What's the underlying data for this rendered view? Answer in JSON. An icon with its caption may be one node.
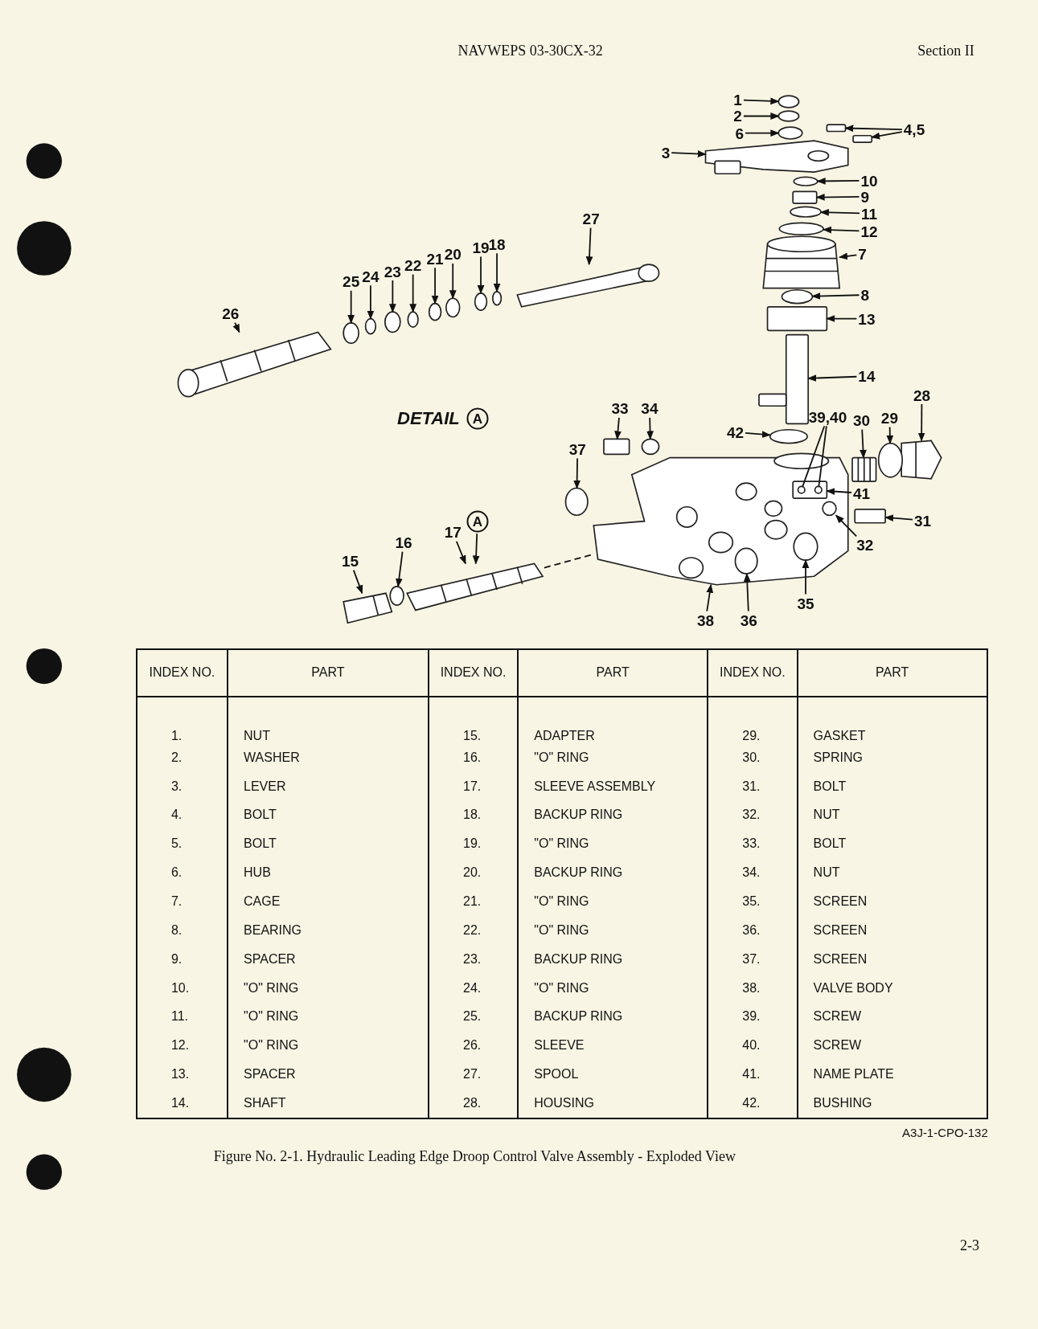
{
  "diagram": {
    "caption": "Figure No. 2-1. Hydraulic Leading Edge Droop Control Valve Assembly - Exploded View",
    "nodes": [
      {
        "text": [
          "1"
        ]
      },
      {
        "text": [
          "2"
        ]
      },
      {
        "text": [
          "6"
        ]
      },
      {
        "text": [
          "3"
        ]
      },
      {
        "text": [
          "4,5"
        ]
      },
      {
        "text": [
          "10"
        ]
      },
      {
        "text": [
          "9"
        ]
      },
      {
        "text": [
          "11"
        ]
      },
      {
        "text": [
          "12"
        ]
      },
      {
        "text": [
          "7"
        ]
      },
      {
        "text": [
          "27"
        ]
      },
      {
        "text": [
          "18"
        ]
      },
      {
        "text": [
          "19"
        ]
      },
      {
        "text": [
          "20"
        ]
      },
      {
        "text": [
          "21"
        ]
      },
      {
        "text": [
          "22"
        ]
      },
      {
        "text": [
          "23"
        ]
      },
      {
        "text": [
          "24"
        ]
      },
      {
        "text": [
          "25"
        ]
      },
      {
        "text": [
          "8"
        ]
      },
      {
        "text": [
          "26"
        ]
      },
      {
        "text": [
          "13"
        ]
      },
      {
        "text": [
          "14"
        ]
      },
      {
        "text": [
          "33"
        ]
      },
      {
        "text": [
          "34"
        ]
      },
      {
        "text": [
          "28"
        ]
      },
      {
        "text": [
          "42"
        ]
      },
      {
        "text": [
          "39,40"
        ]
      },
      {
        "text": [
          "30"
        ]
      },
      {
        "text": [
          "29"
        ]
      },
      {
        "text": [
          "37"
        ]
      },
      {
        "text": [
          "41"
        ]
      },
      {
        "text": [
          "31"
        ]
      },
      {
        "text": [
          "A"
        ]
      },
      {
        "text": [
          "32"
        ]
      },
      {
        "text": [
          "17"
        ]
      },
      {
        "text": [
          "16"
        ]
      },
      {
        "text": [
          "15"
        ]
      },
      {
        "text": [
          "35"
        ]
      },
      {
        "text": [
          "38"
        ]
      },
      {
        "text": [
          "36"
        ]
      },
      {
        "text": [
          "A"
        ],
        "beside": [
          "DETAIL"
        ]
      },
      {
        "text": [],
        "shape": "picture"
      },
      {
        "text": [],
        "shape": "box",
        "in": 42
      },
      {
        "text": [],
        "shape": "circle",
        "in": 43
      },
      {
        "text": [],
        "shape": "circle",
        "in": 43
      },
      {
        "text": [],
        "shape": "circle",
        "in": 42
      },
      {
        "text": [],
        "shape": "circle",
        "in": 42
      },
      {
        "text": [],
        "shape": "circle",
        "in": 42
      },
      {
        "text": [],
        "shape": "circle"
      },
      {
        "text": [],
        "shape": "circle"
      },
      {
        "text": [],
        "shape": "circle"
      },
      {
        "text": [],
        "shape": "picture"
      },
      {
        "text": [],
        "shape": "box"
      },
      {
        "text": [],
        "shape": "box"
      },
      {
        "text": [],
        "shape": "circle"
      },
      {
        "text": [],
        "shape": "box"
      },
      {
        "text": [],
        "shape": "circle"
      },
      {
        "text": [],
        "shape": "circle"
      },
      {
        "text": [],
        "shape": "picture"
      },
      {
        "text": [],
        "shape": "picture"
      },
      {
        "text": [],
        "shape": "circle"
      },
      {
        "text": [],
        "shape": "circle"
      },
      {
        "text": [],
        "shape": "circle"
      },
      {
        "text": [],
        "shape": "circle"
      },
      {
        "text": [],
        "shape": "circle"
      },
      {
        "text": [],
        "shape": "circle"
      },
      {
        "text": [],
        "shape": "circle"
      },
      {
        "text": [],
        "shape": "circle"
      },
      {
        "text": [],
        "shape": "circle"
      },
      {
        "text": [],
        "shape": "picture"
      },
      {
        "text": [],
        "shape": "box"
      },
      {
        "text": [],
        "shape": "picture"
      },
      {
        "text": [],
        "shape": "box"
      },
      {
        "text": [],
        "shape": "circle"
      },
      {
        "text": [],
        "shape": "picture"
      },
      {
        "text": [],
        "shape": "circle"
      },
      {
        "text": [],
        "shape": "picture"
      },
      {
        "text": [],
        "shape": "circle"
      },
      {
        "text": [],
        "shape": "circle"
      },
      {
        "text": [],
        "shape": "box"
      },
      {
        "text": [],
        "shape": "picture"
      },
      {
        "text": [],
        "shape": "circle"
      },
      {
        "text": [],
        "shape": "picture"
      }
    ],
    "edges": [
      {
        "from": 0,
        "to": 49,
        "arrow": "to"
      },
      {
        "from": 1,
        "to": 50,
        "arrow": "to"
      },
      {
        "from": 2,
        "to": 51,
        "arrow": "to"
      },
      {
        "from": 3,
        "to": 52,
        "arrow": "to"
      },
      {
        "from": 4,
        "to": 53,
        "arrow": "to"
      },
      {
        "from": 4,
        "to": 54,
        "arrow": "to"
      },
      {
        "from": 5,
        "to": 55,
        "arrow": "to"
      },
      {
        "from": 6,
        "to": 56,
        "arrow": "to"
      },
      {
        "from": 7,
        "to": 57,
        "arrow": "to"
      },
      {
        "from": 8,
        "to": 58,
        "arrow": "to"
      },
      {
        "from": 9,
        "to": 59,
        "arrow": "to"
      },
      {
        "from": 10,
        "to": 60,
        "arrow": "to"
      },
      {
        "from": 11,
        "to": 61,
        "arrow": "to"
      },
      {
        "from": 12,
        "to": 62,
        "arrow": "to"
      },
      {
        "from": 13,
        "to": 63,
        "arrow": "to"
      },
      {
        "from": 14,
        "to": 64,
        "arrow": "to"
      },
      {
        "from": 15,
        "to": 65,
        "arrow": "to"
      },
      {
        "from": 16,
        "to": 66,
        "arrow": "to"
      },
      {
        "from": 17,
        "to": 67,
        "arrow": "to"
      },
      {
        "from": 18,
        "to": 68,
        "arrow": "to"
      },
      {
        "from": 19,
        "to": 69,
        "arrow": "to"
      },
      {
        "from": 20,
        "to": 70,
        "arrow": "to"
      },
      {
        "from": 21,
        "to": 71,
        "arrow": "to"
      },
      {
        "from": 22,
        "to": 72,
        "arrow": "to"
      },
      {
        "from": 23,
        "to": 73,
        "arrow": "to"
      },
      {
        "from": 24,
        "to": 74,
        "arrow": "to"
      },
      {
        "from": 25,
        "to": 75,
        "arrow": "to"
      },
      {
        "from": 26,
        "to": 76,
        "arrow": "to"
      },
      {
        "from": 27,
        "to": 44,
        "arrow": "none"
      },
      {
        "from": 27,
        "to": 45,
        "arrow": "none"
      },
      {
        "from": 28,
        "to": 77,
        "arrow": "to"
      },
      {
        "from": 29,
        "to": 78,
        "arrow": "to"
      },
      {
        "from": 30,
        "to": 79,
        "arrow": "to"
      },
      {
        "from": 31,
        "to": 43,
        "arrow": "to"
      },
      {
        "from": 32,
        "to": 80,
        "arrow": "to"
      },
      {
        "from": 33,
        "to": 81,
        "arrow": "to"
      },
      {
        "from": 34,
        "to": 46,
        "arrow": "to"
      },
      {
        "from": 35,
        "to": 81,
        "arrow": "to"
      },
      {
        "from": 36,
        "to": 82,
        "arrow": "to"
      },
      {
        "from": 37,
        "to": 83,
        "arrow": "to"
      },
      {
        "from": 38,
        "to": 47,
        "arrow": "to"
      },
      {
        "from": 39,
        "to": 42,
        "arrow": "to"
      },
      {
        "from": 40,
        "to": 48,
        "arrow": "to"
      },
      {
        "from": 81,
        "to": 42,
        "arrow": "none",
        "style": "dashed"
      }
    ],
    "labels": [
      "NAVWEPS 03-30CX-32",
      "Section II",
      "INDEX NO.",
      "PART",
      "INDEX NO.",
      "PART",
      "INDEX NO.",
      "PART",
      "1.",
      "NUT",
      "15.",
      "ADAPTER",
      "29.",
      "GASKET",
      "2.",
      "WASHER",
      "16.",
      "\"O\" RING",
      "30.",
      "SPRING",
      "3.",
      "LEVER",
      "17.",
      "SLEEVE ASSEMBLY",
      "31.",
      "BOLT",
      "4.",
      "BOLT",
      "18.",
      "BACKUP RING",
      "32.",
      "NUT",
      "5.",
      "BOLT",
      "19.",
      "\"O\" RING",
      "33.",
      "BOLT",
      "6.",
      "HUB",
      "20.",
      "BACKUP RING",
      "34.",
      "NUT",
      "7.",
      "CAGE",
      "21.",
      "\"O\" RING",
      "35.",
      "SCREEN",
      "8.",
      "BEARING",
      "22.",
      "\"O\" RING",
      "36.",
      "SCREEN",
      "9.",
      "SPACER",
      "23.",
      "BACKUP RING",
      "37.",
      "SCREEN",
      "10.",
      "\"O\" RING",
      "24.",
      "\"O\" RING",
      "38.",
      "VALVE BODY",
      "11.",
      "\"O\" RING",
      "25.",
      "BACKUP RING",
      "39.",
      "SCREW",
      "12.",
      "\"O\" RING",
      "26.",
      "SLEEVE",
      "40.",
      "SCREW",
      "13.",
      "SPACER",
      "27.",
      "SPOOL",
      "41.",
      "NAME PLATE",
      "14.",
      "SHAFT",
      "28.",
      "HOUSING",
      "42.",
      "BUSHING",
      "A3J-1-CPO-132",
      "2-3"
    ]
  }
}
